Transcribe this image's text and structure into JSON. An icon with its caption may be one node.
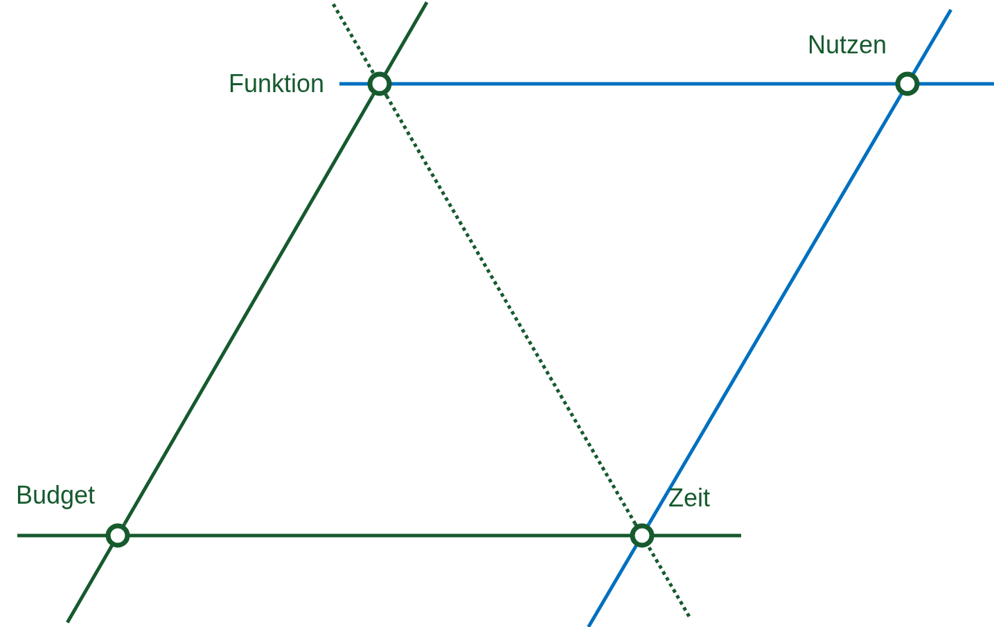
{
  "diagram": {
    "nodes": [
      {
        "text": [],
        "shape": "circle",
        "beside": [
          "Funktion"
        ]
      },
      {
        "text": [],
        "shape": "circle",
        "beside": [
          "Nutzen"
        ]
      },
      {
        "text": [],
        "shape": "circle",
        "beside": [
          "Budget"
        ]
      },
      {
        "text": [],
        "shape": "circle",
        "beside": [
          "Zeit"
        ]
      }
    ],
    "edges": [
      {
        "from": 0,
        "to": 1,
        "arrow": "none",
        "color": "#0070c0"
      },
      {
        "from": 2,
        "to": 0,
        "arrow": "none"
      },
      {
        "from": 2,
        "to": 3,
        "arrow": "none"
      },
      {
        "from": 0,
        "to": 3,
        "arrow": "none",
        "style": "dashed"
      },
      {
        "from": 3,
        "to": 1,
        "arrow": "none",
        "color": "#0070c0"
      }
    ]
  }
}
